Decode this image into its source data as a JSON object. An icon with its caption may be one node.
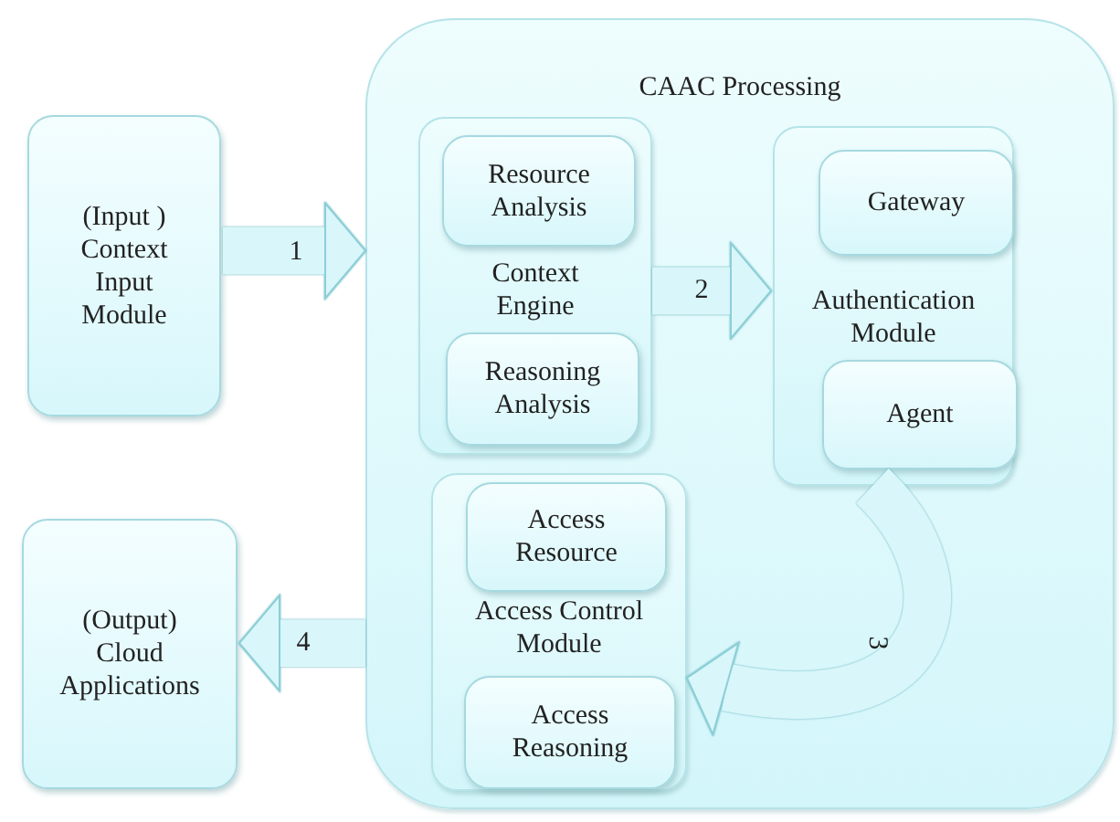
{
  "diagram": {
    "nodes": [
      {
        "text": [
          "(Input ) Context Input Module"
        ]
      },
      {
        "text": [
          "CAAC Processing"
        ]
      },
      {
        "text": [
          "Context Engine"
        ],
        "in": 1
      },
      {
        "text": [
          "Resource Analysis"
        ],
        "in": 2
      },
      {
        "text": [
          "Reasoning Analysis"
        ],
        "in": 2
      },
      {
        "text": [
          "Authentication Module"
        ],
        "in": 1
      },
      {
        "text": [
          "Gateway"
        ],
        "in": 5
      },
      {
        "text": [
          "Agent"
        ],
        "in": 5
      },
      {
        "text": [
          "Access Control Module"
        ],
        "in": 1
      },
      {
        "text": [
          "Access Resource"
        ],
        "in": 8
      },
      {
        "text": [
          "Access Reasoning"
        ],
        "in": 8
      },
      {
        "text": [
          "(Output) Cloud Applications"
        ]
      }
    ],
    "edges": [
      {
        "from": 0,
        "to": 1,
        "arrow": "to",
        "label": "1"
      },
      {
        "from": 2,
        "to": 5,
        "arrow": "to",
        "label": "2"
      },
      {
        "from": 5,
        "to": 8,
        "arrow": "to",
        "label": "3"
      },
      {
        "from": 1,
        "to": 11,
        "arrow": "to",
        "label": "4"
      }
    ]
  }
}
